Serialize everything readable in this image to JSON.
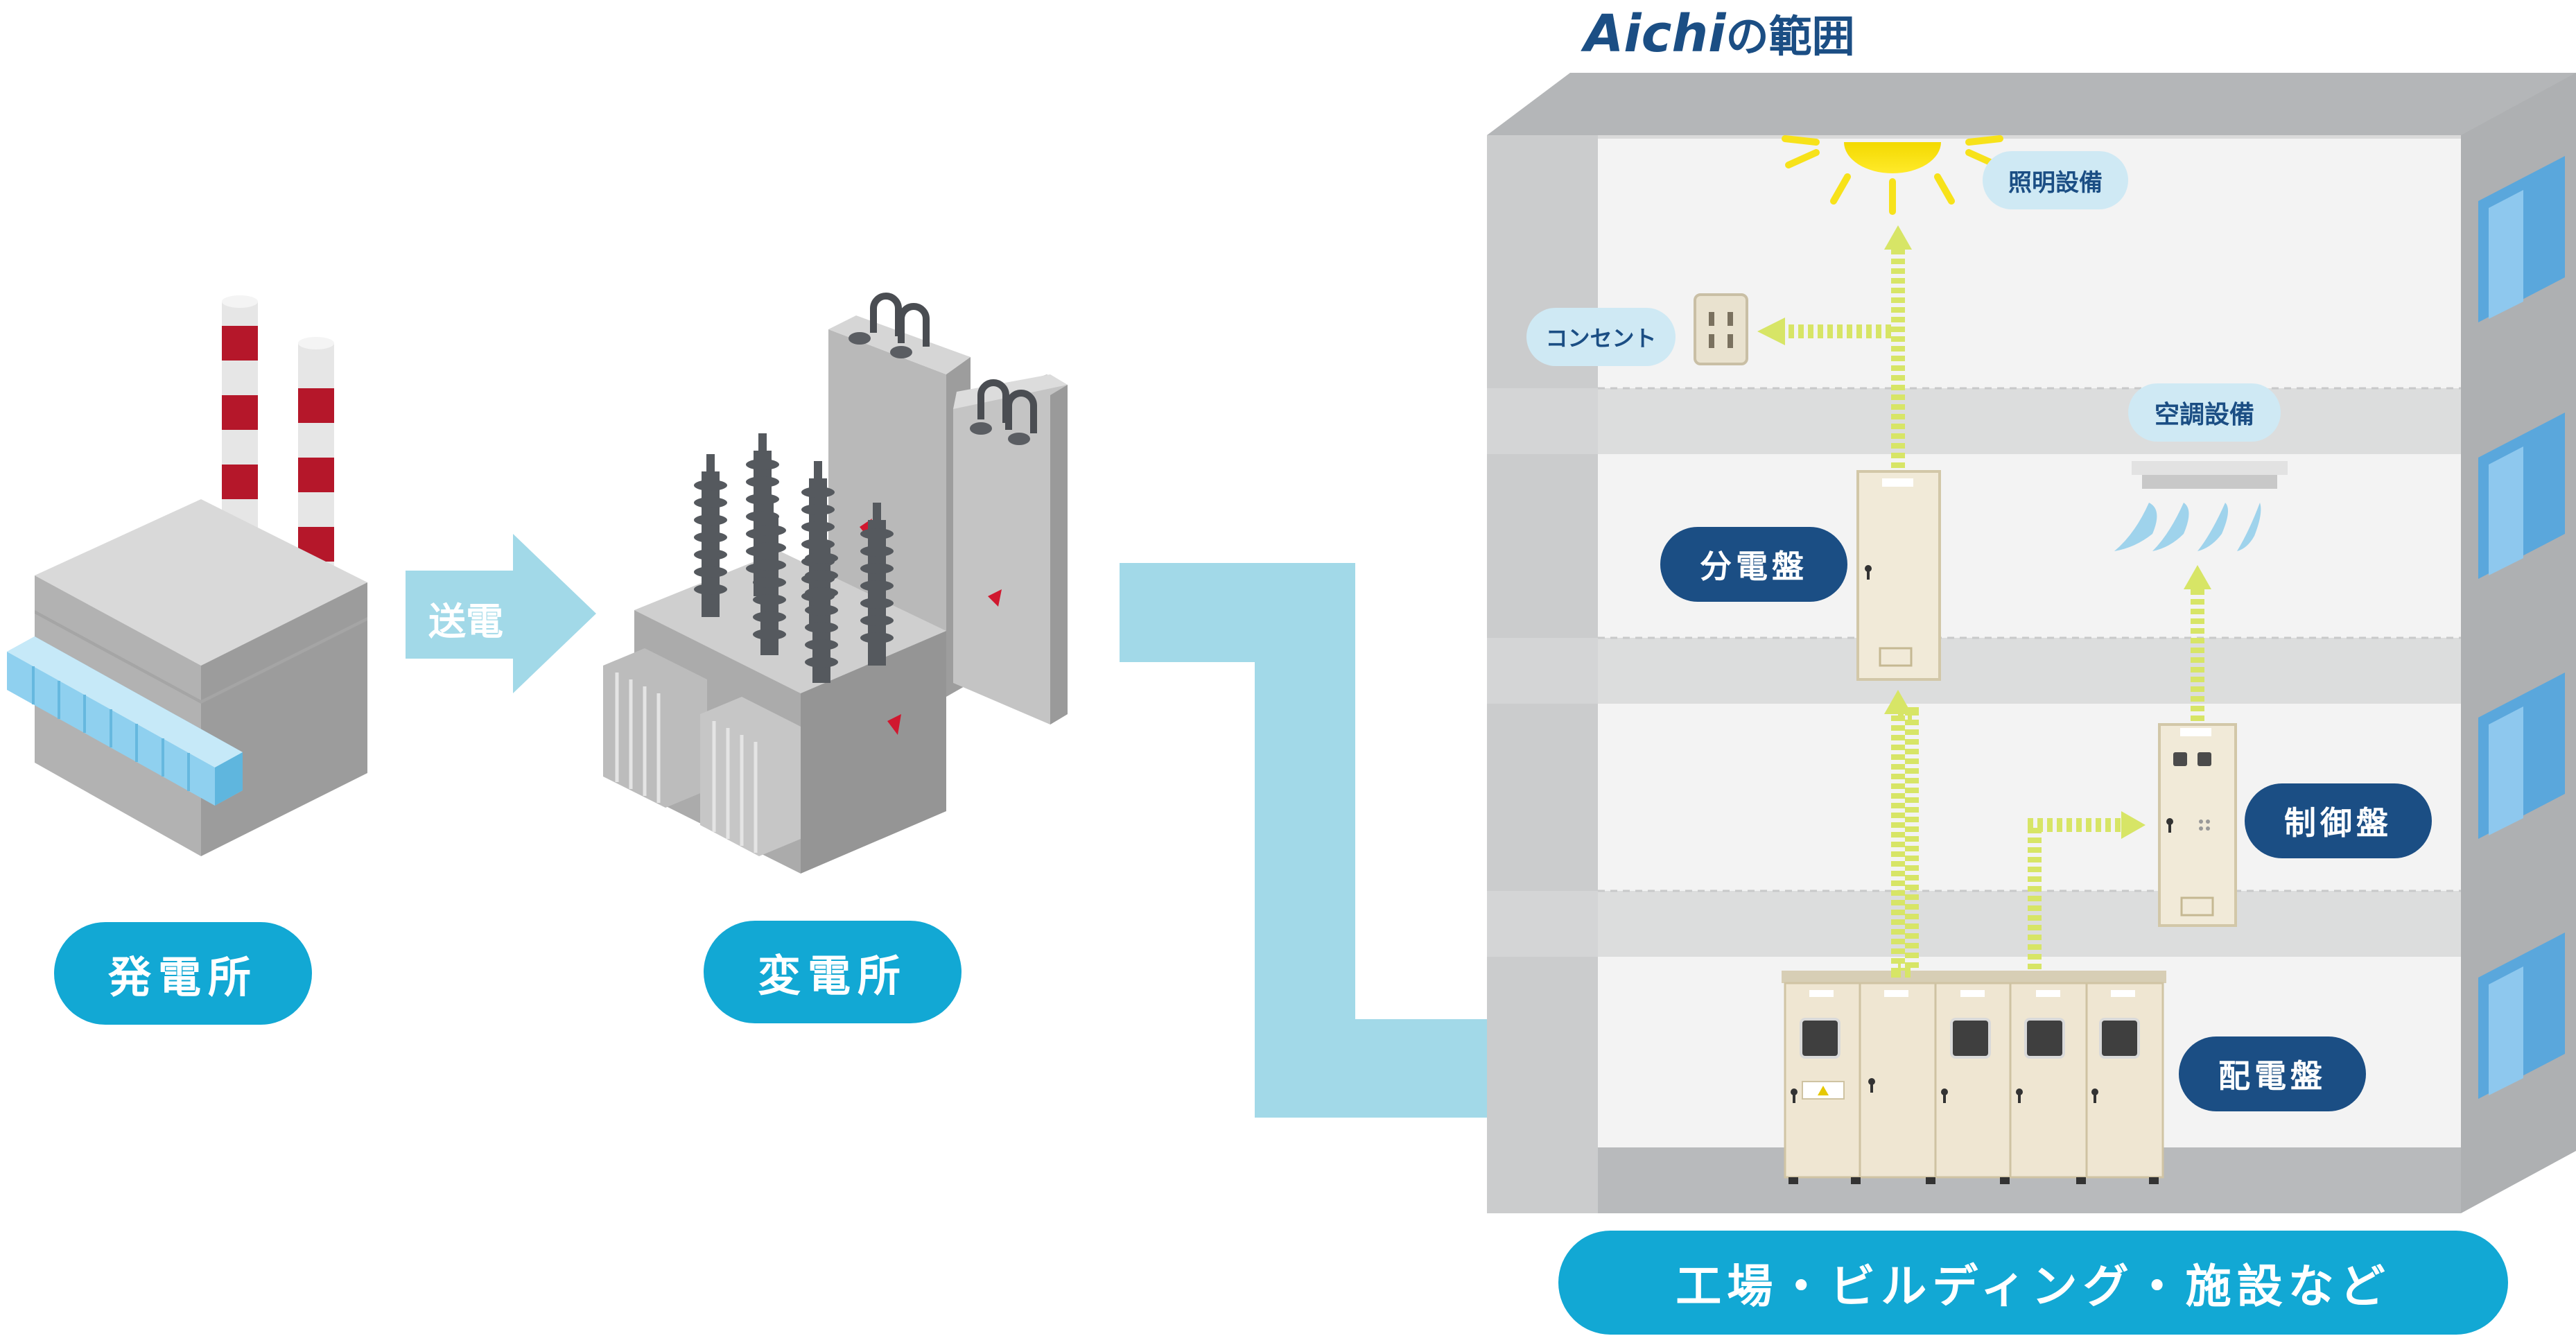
{
  "brand": {
    "name": "Aichi",
    "suffix": "の範囲"
  },
  "flow": [
    {
      "label": "発電所"
    },
    {
      "label": "送電"
    },
    {
      "label": "変電所"
    }
  ],
  "building": {
    "caption": "工場・ビルディング・施設など",
    "equipment": {
      "lighting": "照明設備",
      "outlet": "コンセント",
      "aircon": "空調設備",
      "distribution_board": "分電盤",
      "control_panel": "制御盤",
      "switchboard": "配電盤"
    }
  },
  "colors": {
    "cyan_pill": "#12a8d4",
    "navy_pill": "#1b4e84",
    "light_pill": "#cfe9f4",
    "flow_arrow": "#a2d9e8",
    "power_arrow": "#d7e566",
    "warning": "#d0182f"
  }
}
